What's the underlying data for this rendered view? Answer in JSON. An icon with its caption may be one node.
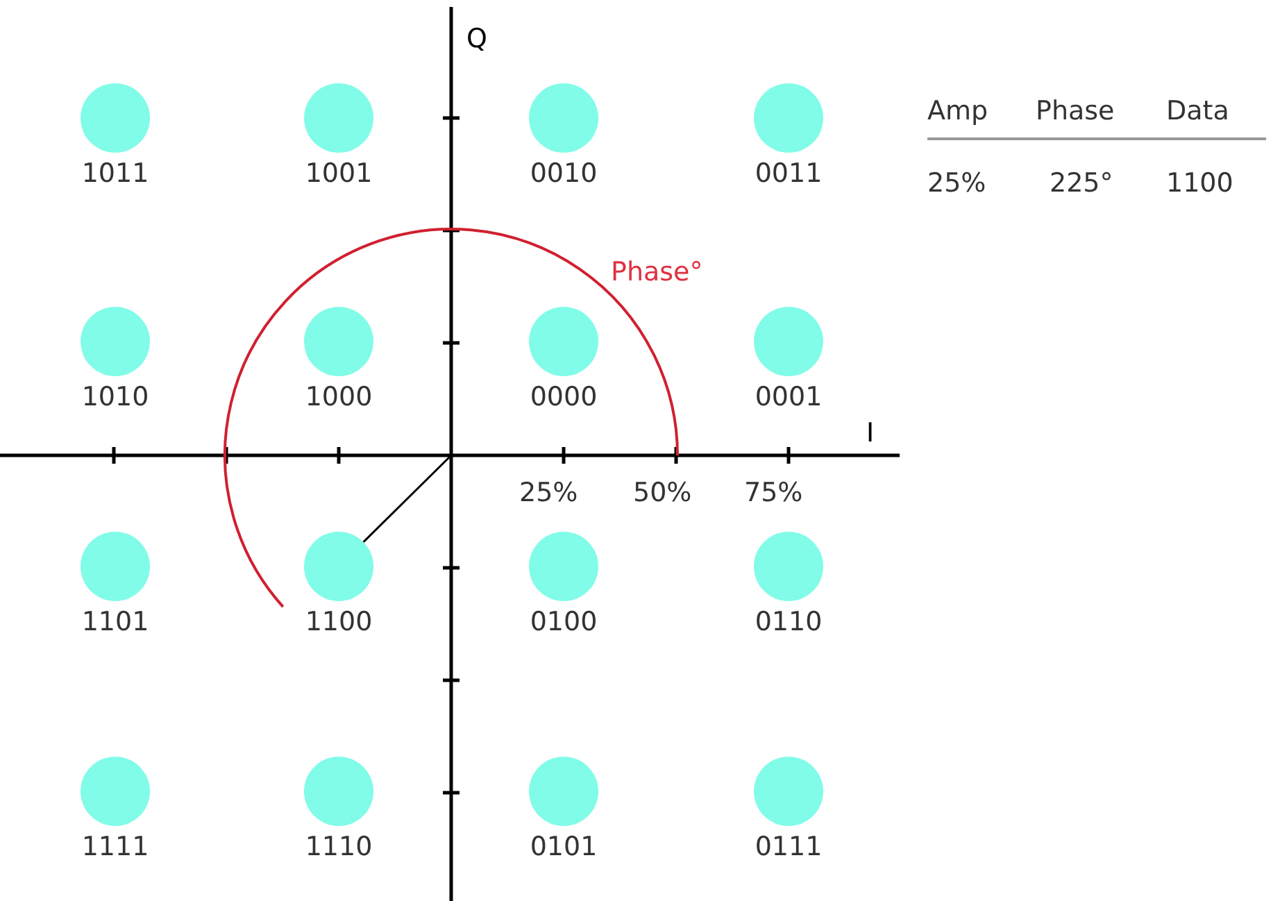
{
  "diagram": {
    "nodes": [
      {
        "text": [
          "1011"
        ]
      },
      {
        "text": [
          "1001"
        ]
      },
      {
        "text": [
          "0010"
        ]
      },
      {
        "text": [
          "0011"
        ]
      },
      {
        "text": [
          "1010"
        ]
      },
      {
        "text": [
          "1000"
        ]
      },
      {
        "text": [
          "0000"
        ]
      },
      {
        "text": [
          "0001"
        ]
      },
      {
        "text": [
          "1101"
        ]
      },
      {
        "text": [
          "1100"
        ]
      },
      {
        "text": [
          "0100"
        ]
      },
      {
        "text": [
          "0110"
        ]
      },
      {
        "text": [
          "1111"
        ]
      },
      {
        "text": [
          "1110"
        ]
      },
      {
        "text": [
          "0101"
        ]
      },
      {
        "text": [
          "0111"
        ]
      }
    ],
    "edges": [
      {
        "from": null,
        "to": 9,
        "arrow": "none"
      }
    ],
    "labels": [
      "Q",
      "Amp",
      "Phase",
      "Data",
      "25%",
      "225°",
      "1100",
      "Phase°",
      "I",
      "25%",
      "50%",
      "75%"
    ]
  }
}
